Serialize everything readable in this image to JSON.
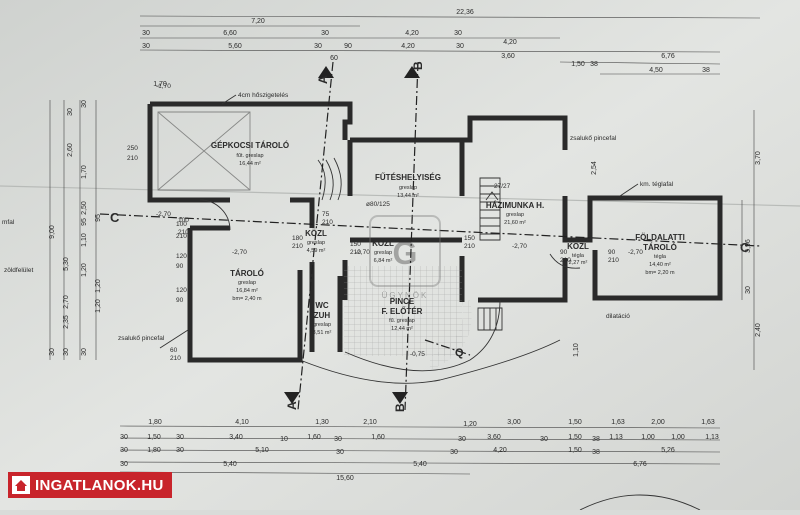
{
  "rooms": {
    "garage": {
      "name": "GÉPKOCSI TÁROLÓ",
      "floor": "fűt. greslap",
      "area": "16,44 m²"
    },
    "boiler": {
      "name": "FŰTÉSHELYISÉG",
      "floor": "greslap",
      "area": "13,44 m²"
    },
    "workroom": {
      "name": "HÁZIMUNKA H.",
      "floor": "greslap",
      "area": "21,60 m²"
    },
    "storage": {
      "name": "TÁROLÓ",
      "floor": "greslap",
      "area": "16,84 m²",
      "height": "bm= 2,40 m"
    },
    "hall1": {
      "name": "KÖZL",
      "floor": "greslap",
      "area": "4,59 m²"
    },
    "hall2": {
      "name": "KÖZL",
      "floor": "greslap",
      "area": "6,84 m²"
    },
    "wc": {
      "name": "WC",
      "name2": "ZUH",
      "floor": "greslap",
      "area": "3,51 m²"
    },
    "cellar": {
      "name": "PINCE",
      "name2": "F. ELŐTÉR",
      "floor": "fű. greslap",
      "area": "12,44 m²"
    },
    "hall3": {
      "name": "KÖZL",
      "floor": "tégla",
      "area": "2,27 m²"
    },
    "underground": {
      "name": "FÖLDALATTI",
      "name2": "TÁROLÓ",
      "floor": "tégla",
      "area": "14,40 m²",
      "height": "bm= 2,20 m"
    }
  },
  "annotations": {
    "insulation": "4cm hőszigetelés",
    "brick_wall": "km. téglafal",
    "stone_wall_top": "zsalukő pincefal",
    "stone_wall_bottom": "zsalukő pincefal",
    "green": "zöldfelület",
    "wall_left": "mfal",
    "dilatation": "dilatáció",
    "stairs": "27/27",
    "vent": "ø80/125"
  },
  "levels": {
    "garage": "-1,70",
    "l1": "-2,70",
    "l2": "-2,70",
    "l3": "-2,70",
    "l4": "-2,70",
    "l5": "-2,70",
    "l6": "-0,75"
  },
  "sections": {
    "a": "A",
    "b": "B",
    "c": "C",
    "q": "Q"
  },
  "dims_top": {
    "total": "22,36",
    "r1": [
      "7,20"
    ],
    "r2": [
      "30",
      "6,60",
      "30",
      "4,20",
      "30",
      "4,20"
    ],
    "r3": [
      "30",
      "5,60",
      "30",
      "60",
      "90",
      "4,20",
      "30",
      "3,60",
      "1,50",
      "38",
      "6,76"
    ],
    "r4": [
      "1,70",
      "4,50",
      "38"
    ]
  },
  "dims_bottom": {
    "r1": [
      "1,80",
      "4,10",
      "1,30",
      "2,10",
      "1,20",
      "3,00",
      "1,50",
      "1,63",
      "2,00",
      "1,63"
    ],
    "r2": [
      "30",
      "1,50",
      "30",
      "3,40",
      "10",
      "1,60",
      "30",
      "1,60",
      "30",
      "3,60",
      "30",
      "1,50",
      "38",
      "1,13",
      "1,00",
      "1,00",
      "1,13"
    ],
    "r3": [
      "30",
      "1,80",
      "30",
      "5,10",
      "30",
      "30",
      "4,20",
      "1,50",
      "38",
      "5,26"
    ],
    "r4": [
      "30",
      "5,40",
      "5,40",
      "6,76"
    ],
    "total": "15,60"
  },
  "dims_left": {
    "outer": [
      "9,00",
      "5,30",
      "2,70",
      "2,35"
    ],
    "inner": [
      "2,60",
      "1,70",
      "2,50",
      "1,10",
      "1,20",
      "1,20",
      "1,20"
    ],
    "misc": [
      "30",
      "30",
      "30",
      "30",
      "30",
      "95",
      "95",
      "250",
      "210",
      "100",
      "210",
      "120",
      "90",
      "120",
      "90"
    ]
  },
  "dims_right": [
    "3,70",
    "2,54",
    "3,96",
    "2,40",
    "1,10",
    "30"
  ],
  "doors": [
    "180",
    "210",
    "75",
    "210",
    "150",
    "210",
    "150",
    "210",
    "90",
    "210",
    "90",
    "210",
    "100",
    "210",
    "60",
    "210"
  ],
  "watermark": "ÜGYNÖK",
  "logo": "INGATLANOK.HU",
  "colors": {
    "paper": "#dfe1de",
    "ink": "#2a2a2a",
    "logo": "#c8242b"
  }
}
